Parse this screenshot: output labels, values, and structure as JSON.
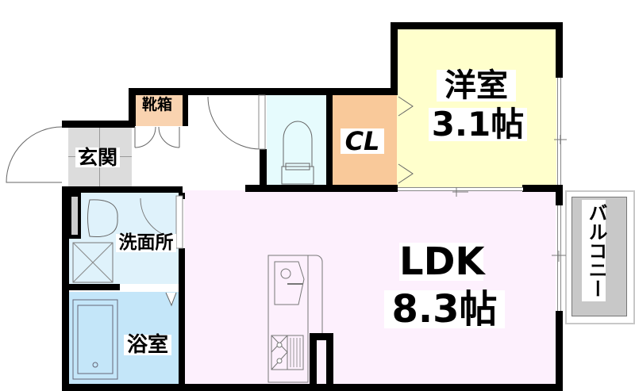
{
  "floorplan": {
    "rooms": {
      "western_room": {
        "name": "洋室",
        "size": "3.1帖",
        "color": "#ffffcc"
      },
      "ldk": {
        "name": "LDK",
        "size": "8.3帖",
        "color": "#fdf0fd"
      },
      "closet": {
        "name": "CL",
        "color": "#f9c99a"
      },
      "shoe_box": {
        "name": "靴箱",
        "color": "#f9d3b0"
      },
      "entrance": {
        "name": "玄関",
        "color": "#dcdcdc"
      },
      "washroom": {
        "name": "洗面所",
        "color": "#dff2fb"
      },
      "bathroom": {
        "name": "浴室",
        "color": "#c4e6f9"
      },
      "toilet": {
        "color": "#e6fbfd"
      },
      "balcony": {
        "name": "バルコニー",
        "color": "#c8c8c8"
      }
    }
  }
}
